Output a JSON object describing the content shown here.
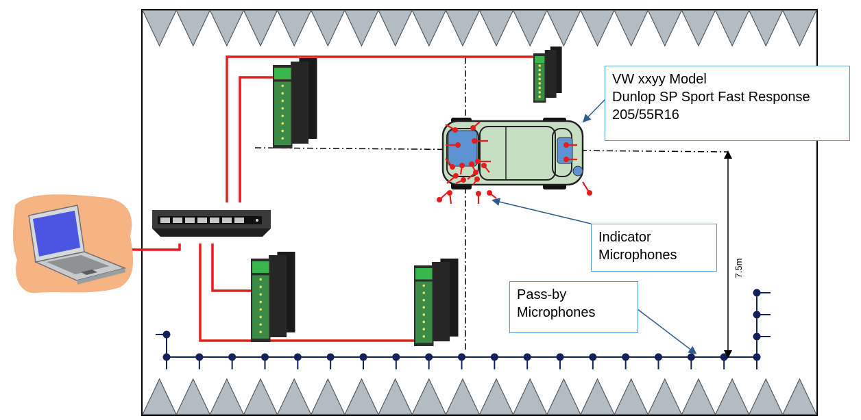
{
  "labels": {
    "vehicle_model": "VW xxyy Model",
    "tire_name": "Dunlop SP Sport Fast Response",
    "tire_size": "205/55R16",
    "indicator_line1": "Indicator",
    "indicator_line2": "Microphones",
    "passby_line1": "Pass-by",
    "passby_line2": "Microphones",
    "distance": "7.5m"
  },
  "colors": {
    "cable": "#e41e1e",
    "microphone_line": "#13205a",
    "wedge_fill": "#b4bcc3",
    "wedge_stroke": "#4f5a63",
    "car_body": "#c6dfc2",
    "car_glass": "#5e93d3",
    "callout_border": "#5b9bd5",
    "laptop_backdrop": "#f6b384",
    "module_green": "#3b8a45"
  },
  "icons": [
    "laptop-icon",
    "network-switch-icon",
    "daq-module-icon",
    "car-topview-icon",
    "microphone-icon"
  ]
}
